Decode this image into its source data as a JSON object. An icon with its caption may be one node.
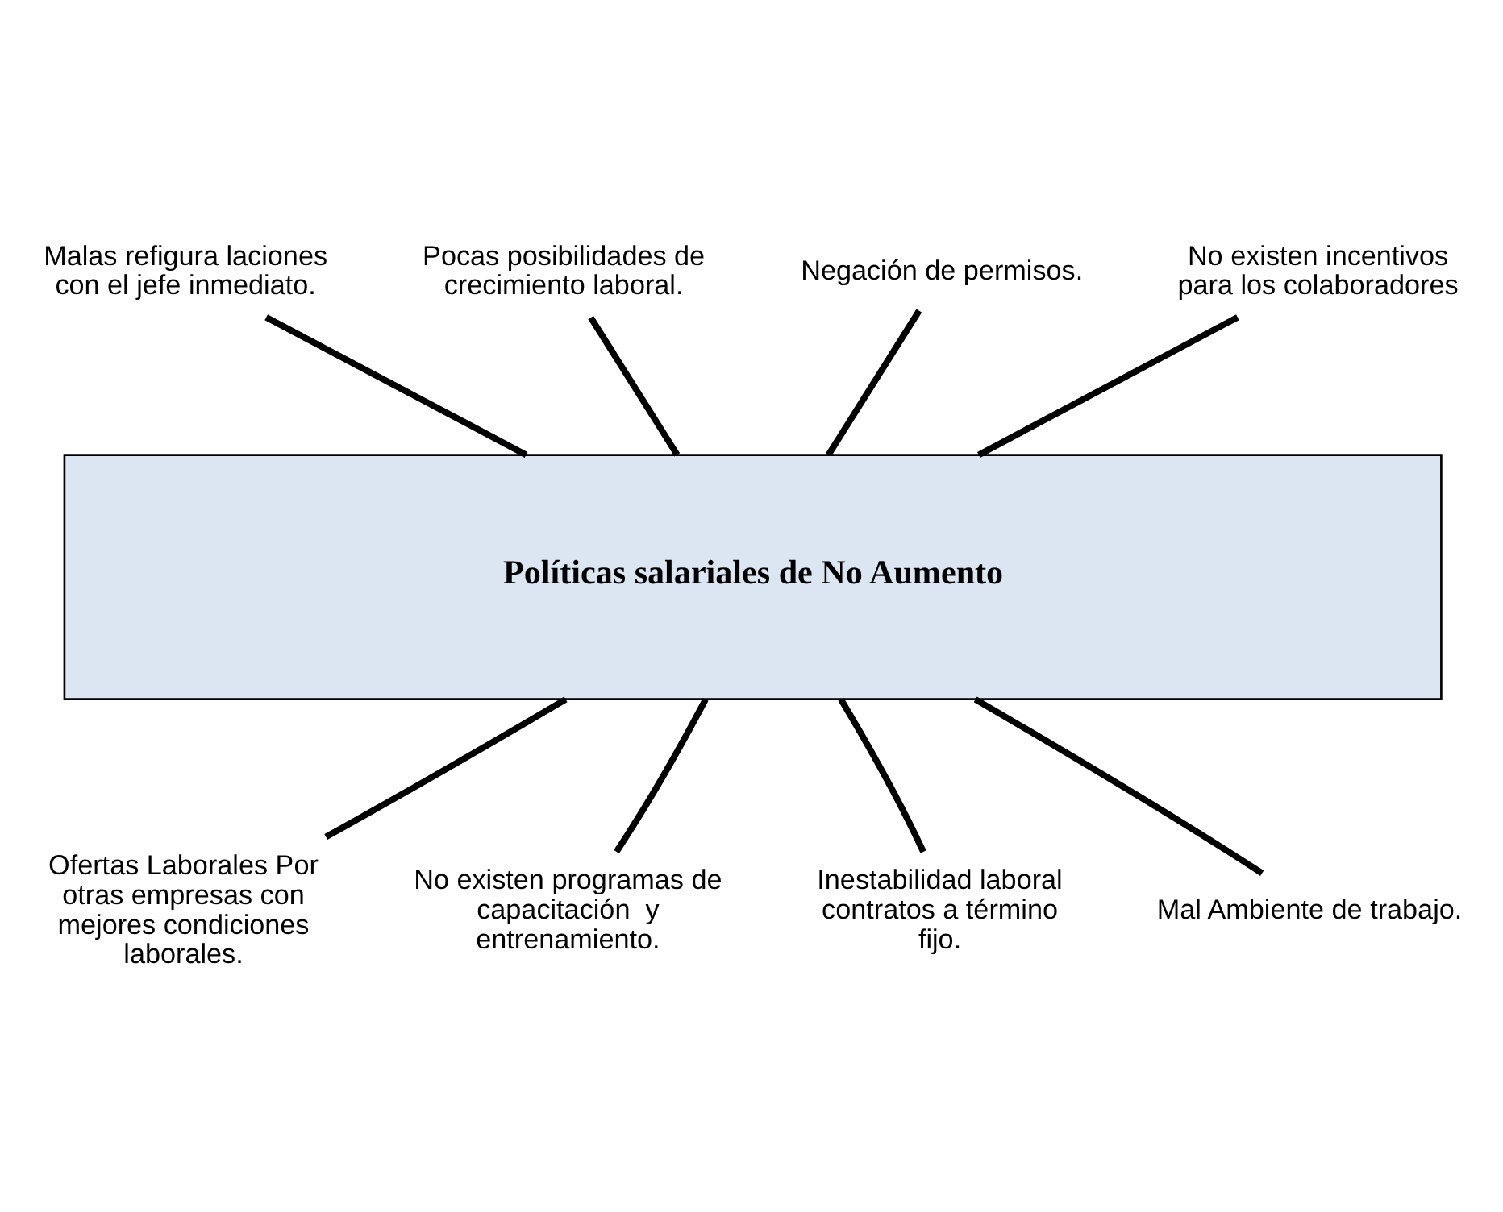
{
  "diagram": {
    "nodes": [
      {
        "text": [
          "Malas refigura laciones con el jefe inmediato."
        ]
      },
      {
        "text": [
          "Pocas posibilidades de crecimiento laboral."
        ]
      },
      {
        "text": [
          "Negación de permisos."
        ]
      },
      {
        "text": [
          "No existen incentivos para los colaboradores"
        ]
      },
      {
        "text": [
          "Políticas salariales de No Aumento"
        ]
      },
      {
        "text": [
          "Ofertas Laborales Por otras empresas con mejores condiciones laborales."
        ]
      },
      {
        "text": [
          "No existen programas de capacitación  y entrenamiento."
        ]
      },
      {
        "text": [
          "Inestabilidad laboral contratos a término fijo."
        ]
      },
      {
        "text": [
          "Mal Ambiente de trabajo."
        ]
      }
    ],
    "edges": [
      {
        "from": 0,
        "to": 4,
        "arrow": "none"
      },
      {
        "from": 1,
        "to": 4,
        "arrow": "none"
      },
      {
        "from": 2,
        "to": 4,
        "arrow": "none"
      },
      {
        "from": 3,
        "to": 4,
        "arrow": "none"
      },
      {
        "from": 5,
        "to": 4,
        "arrow": "none"
      },
      {
        "from": 6,
        "to": 4,
        "arrow": "none"
      },
      {
        "from": 7,
        "to": 4,
        "arrow": "none"
      },
      {
        "from": 8,
        "to": 4,
        "arrow": "none"
      }
    ]
  }
}
